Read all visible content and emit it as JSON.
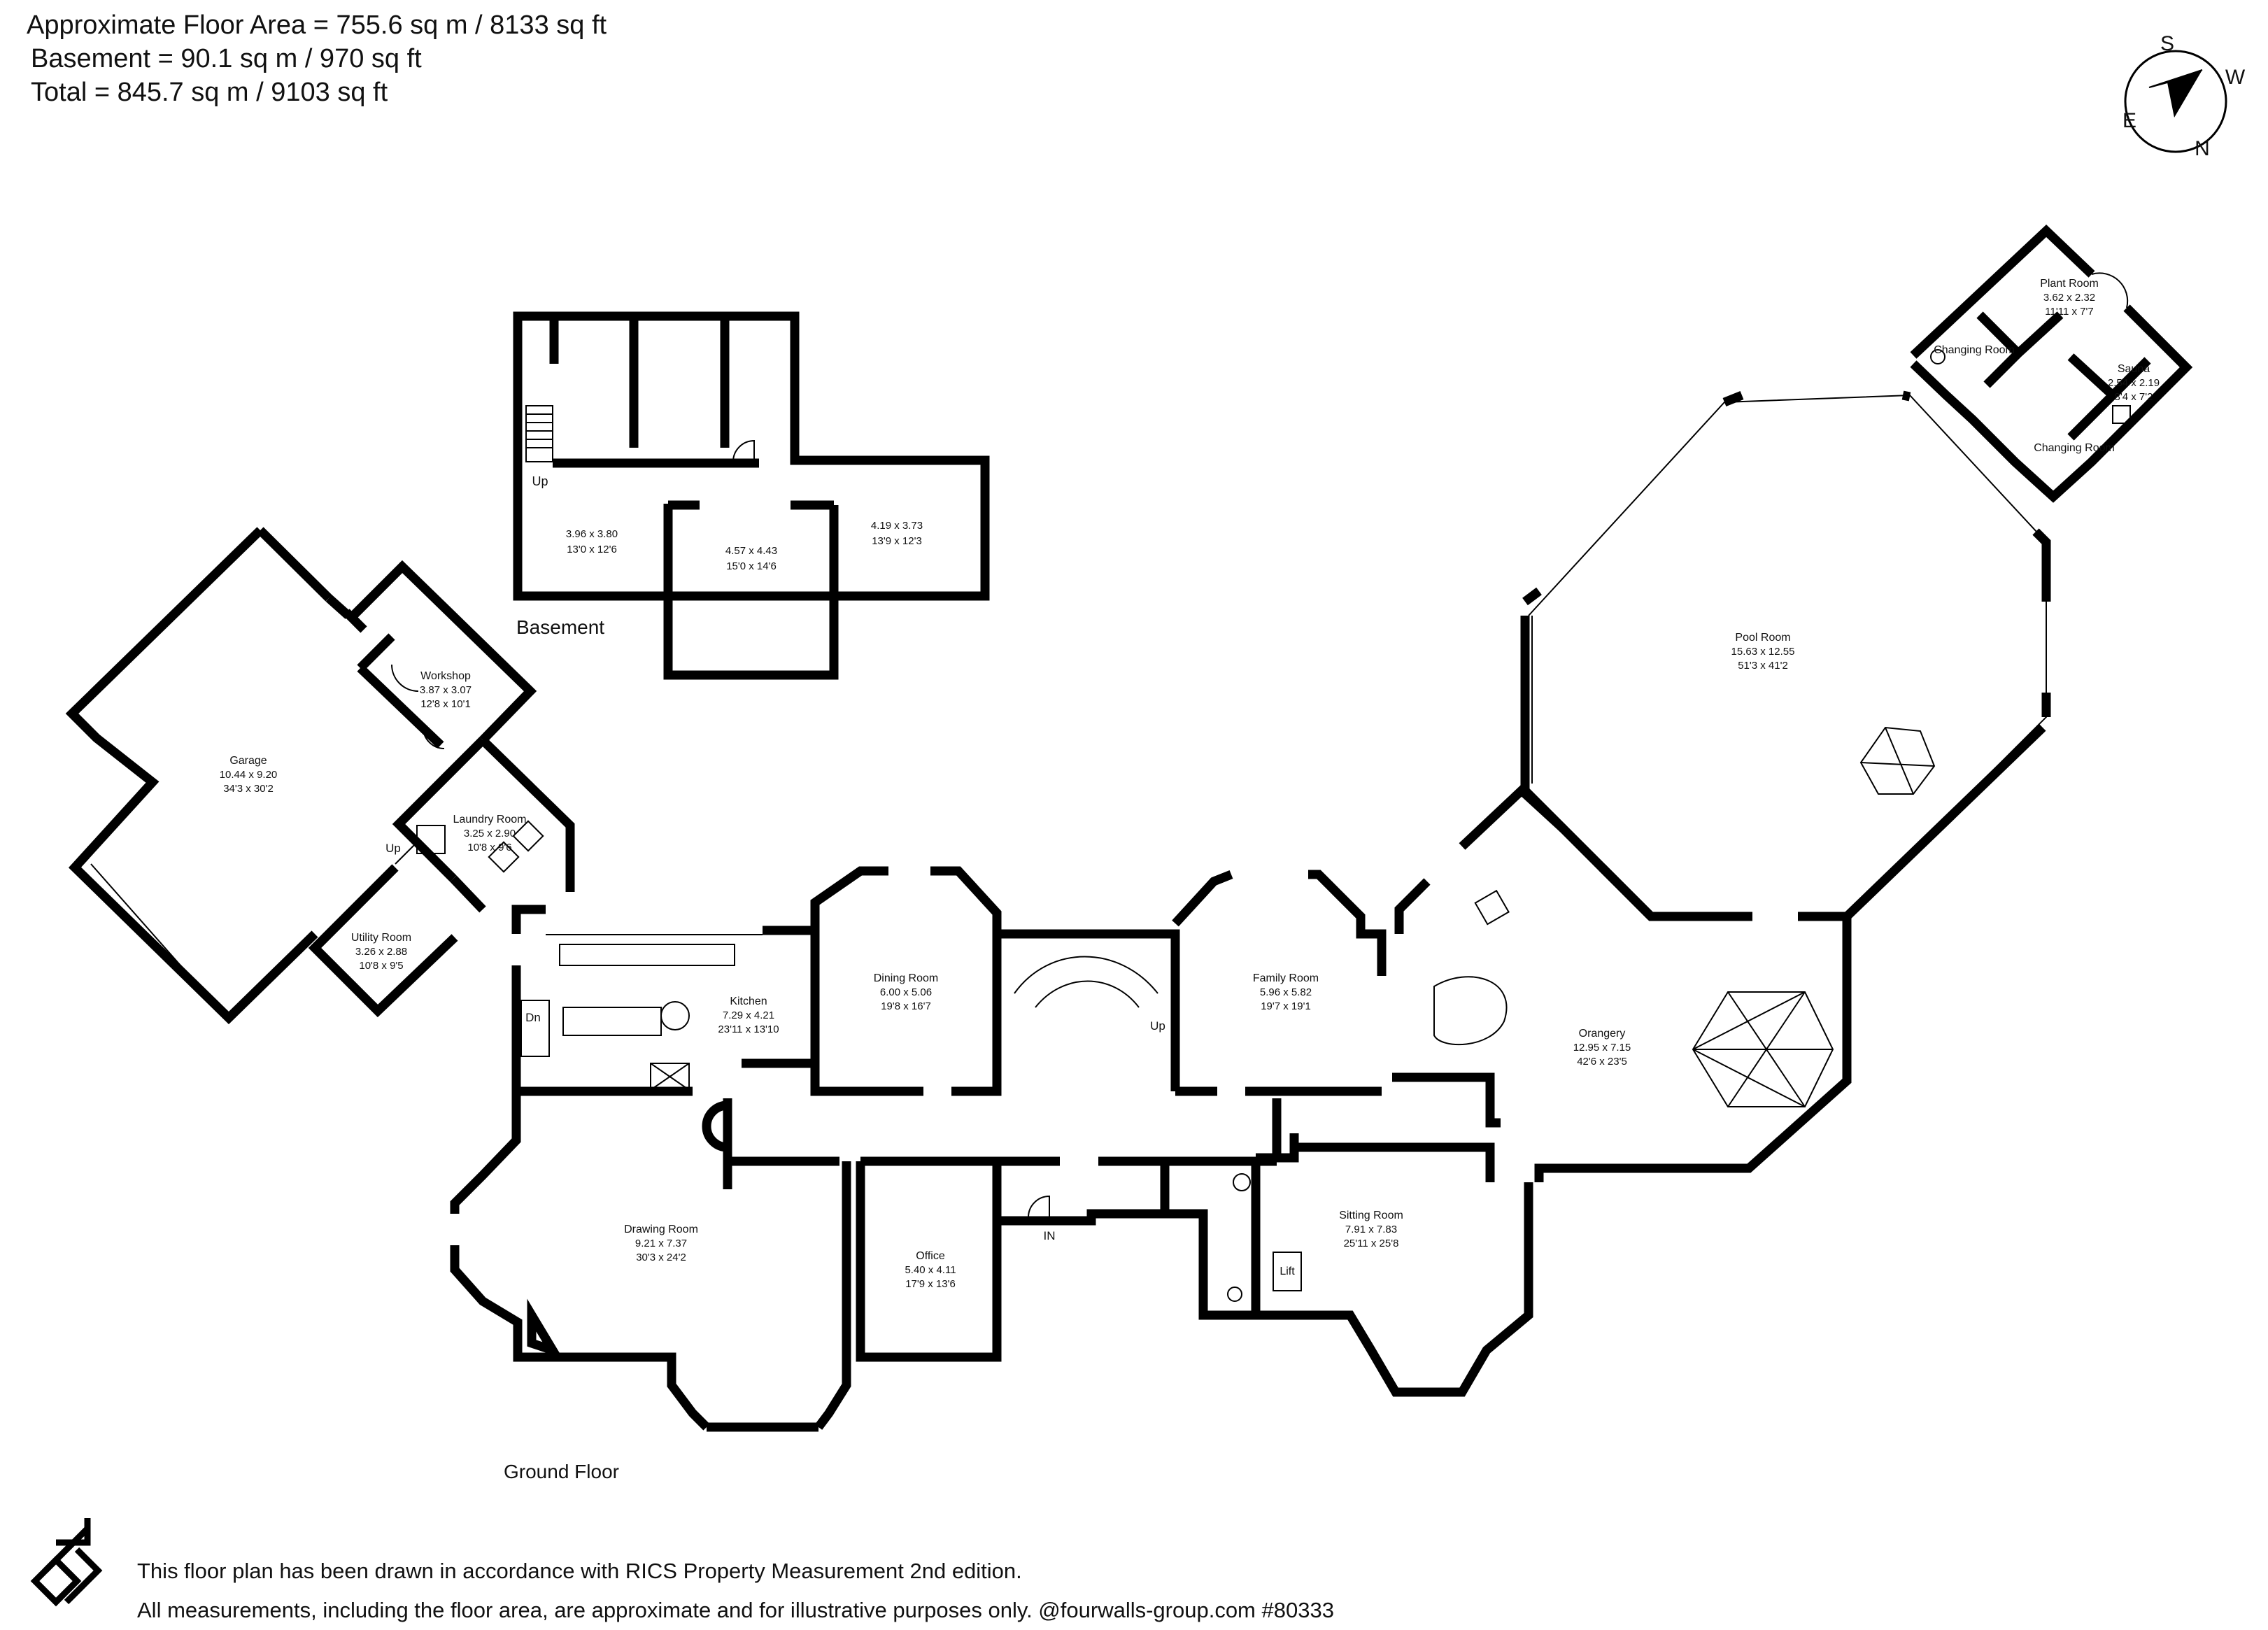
{
  "header": {
    "floor_area": "Approximate Floor Area = 755.6 sq m / 8133 sq ft",
    "basement_area": "Basement = 90.1 sq m / 970 sq ft",
    "total_area": "Total = 845.7 sq m / 9103 sq ft"
  },
  "compass": {
    "s": "S",
    "w": "W",
    "e": "E",
    "n": "N"
  },
  "levels": {
    "basement": "Basement",
    "ground": "Ground Floor"
  },
  "markers": {
    "up": "Up",
    "dn": "Dn",
    "in": "IN",
    "lift": "Lift"
  },
  "rooms": [
    {
      "id": "basement-west",
      "name": "",
      "metric": "3.96 x 3.80",
      "imperial": "13'0 x 12'6"
    },
    {
      "id": "basement-centre",
      "name": "",
      "metric": "4.57 x 4.43",
      "imperial": "15'0 x 14'6"
    },
    {
      "id": "basement-east",
      "name": "",
      "metric": "4.19 x 3.73",
      "imperial": "13'9 x 12'3"
    },
    {
      "id": "garage",
      "name": "Garage",
      "metric": "10.44 x 9.20",
      "imperial": "34'3 x 30'2"
    },
    {
      "id": "workshop",
      "name": "Workshop",
      "metric": "3.87 x 3.07",
      "imperial": "12'8 x 10'1"
    },
    {
      "id": "laundry",
      "name": "Laundry Room",
      "metric": "3.25 x 2.90",
      "imperial": "10'8 x 9'6"
    },
    {
      "id": "utility",
      "name": "Utility Room",
      "metric": "3.26 x 2.88",
      "imperial": "10'8 x 9'5"
    },
    {
      "id": "kitchen",
      "name": "Kitchen",
      "metric": "7.29 x 4.21",
      "imperial": "23'11 x 13'10"
    },
    {
      "id": "dining",
      "name": "Dining Room",
      "metric": "6.00 x 5.06",
      "imperial": "19'8 x 16'7"
    },
    {
      "id": "family",
      "name": "Family Room",
      "metric": "5.96 x 5.82",
      "imperial": "19'7 x 19'1"
    },
    {
      "id": "orangery",
      "name": "Orangery",
      "metric": "12.95 x 7.15",
      "imperial": "42'6 x 23'5"
    },
    {
      "id": "pool",
      "name": "Pool Room",
      "metric": "15.63 x 12.55",
      "imperial": "51'3 x 41'2"
    },
    {
      "id": "plant",
      "name": "Plant Room",
      "metric": "3.62 x 2.32",
      "imperial": "11'11 x 7'7"
    },
    {
      "id": "sauna",
      "name": "Sauna",
      "metric": "2.54 x 2.19",
      "imperial": "8'4 x 7'2"
    },
    {
      "id": "drawing",
      "name": "Drawing Room",
      "metric": "9.21 x 7.37",
      "imperial": "30'3 x 24'2"
    },
    {
      "id": "office",
      "name": "Office",
      "metric": "5.40 x 4.11",
      "imperial": "17'9 x 13'6"
    },
    {
      "id": "sitting",
      "name": "Sitting Room",
      "metric": "7.91 x 7.83",
      "imperial": "25'11 x 25'8"
    }
  ],
  "changing_room_label": "Changing Room",
  "footer": {
    "line1": "This floor plan has been drawn in accordance with RICS Property Measurement 2nd edition.",
    "line2": "All measurements, including the floor area, are approximate and for illustrative purposes only. @fourwalls-group.com #80333"
  },
  "colors": {
    "wall": "#000000",
    "background": "#ffffff"
  },
  "logo_icon": "fourwalls-logo-icon",
  "compass_icon": "compass-arrow-icon"
}
